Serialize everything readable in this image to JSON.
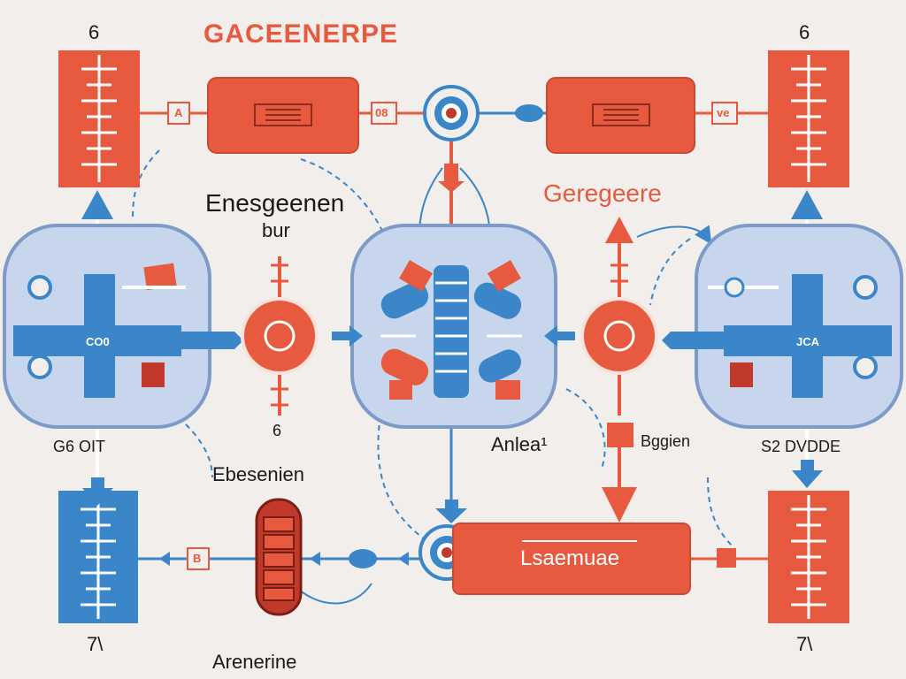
{
  "title": "GACEENERPE",
  "corner_labels": {
    "top_left": "6",
    "top_right": "6",
    "bottom_left": "7\\",
    "bottom_right": "7\\"
  },
  "box_labels": {
    "connector_left": "A",
    "connector_mid": "08",
    "connector_right": "ve",
    "small_bottom": "B"
  },
  "text_labels": {
    "left_heading_line1": "Enesgeenen",
    "left_heading_line2": "bur",
    "right_heading": "Geregeere",
    "left_panel_bottom": "G6  OIT",
    "small_digit": "6",
    "left_caption": "Ebesenien",
    "center_caption": "Anlea¹",
    "right_caption_a": "Bggien",
    "right_caption_b": "S2  DVDDE",
    "bottom_caption": "Arenerine",
    "result_box": "Lsaemuae",
    "left_node_code": "CO0",
    "right_node_code": "JCA"
  },
  "colors": {
    "background": "#f1eeeb",
    "accent_red": "#e85a3f",
    "accent_blue": "#3a86c8",
    "panel_blue": "#c7d6ec",
    "panel_border": "#7d9bc9",
    "dark_red": "#c0392b"
  }
}
